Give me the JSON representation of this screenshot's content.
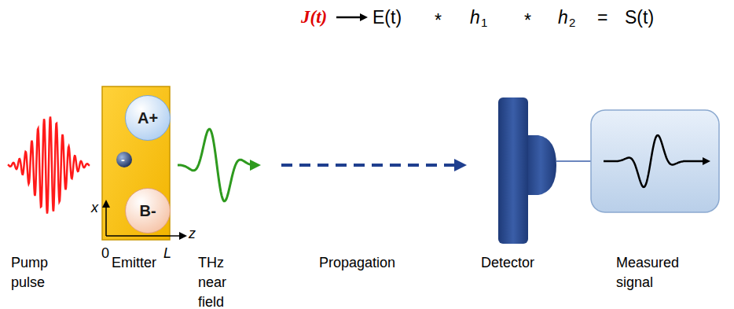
{
  "diagram": {
    "nodes": [
      {
        "text": [
          "A+"
        ]
      },
      {
        "text": [
          "B-"
        ]
      }
    ],
    "edges": [
      {
        "from": 1,
        "to": 0,
        "arrow": "to"
      }
    ],
    "labels": [
      "J(t)",
      "E(t)",
      "*",
      "h",
      "1",
      "*",
      "h",
      "2",
      "=",
      "S(t)",
      "x",
      "z",
      "0",
      "L",
      "-",
      "Pump pulse",
      "Emitter",
      "THz near field",
      "Propagation",
      "Detector",
      "Measured signal"
    ]
  }
}
